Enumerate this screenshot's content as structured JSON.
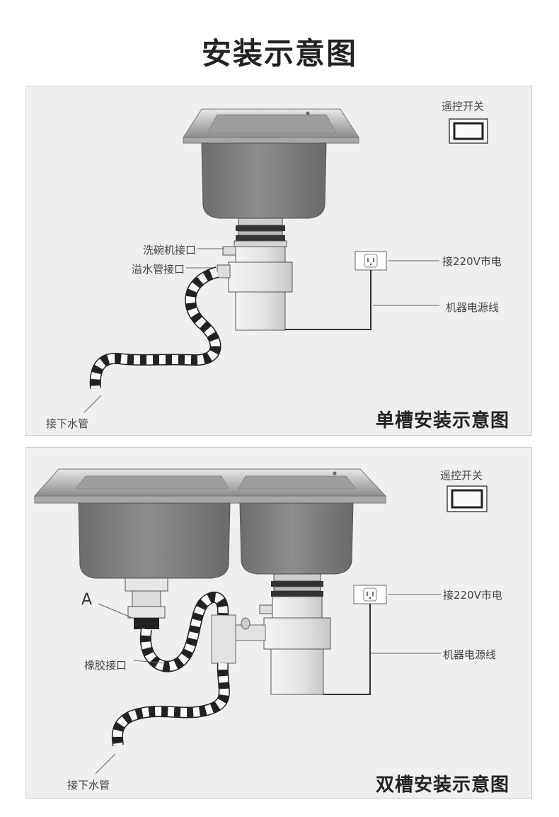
{
  "page": {
    "title": "安装示意图"
  },
  "single": {
    "remote_switch": "遥控开关",
    "dishwasher_port": "洗碗机接口",
    "overflow_port": "溢水管接口",
    "power_supply": "接220V市电",
    "power_cord": "机器电源线",
    "drain_pipe": "接下水管",
    "panel_title": "单槽安装示意图"
  },
  "double": {
    "remote_switch": "遥控开关",
    "point_a": "A",
    "rubber_joint": "橡胶接口",
    "power_supply": "接220V市电",
    "power_cord": "机器电源线",
    "drain_pipe": "接下水管",
    "panel_title": "双槽安装示意图"
  }
}
